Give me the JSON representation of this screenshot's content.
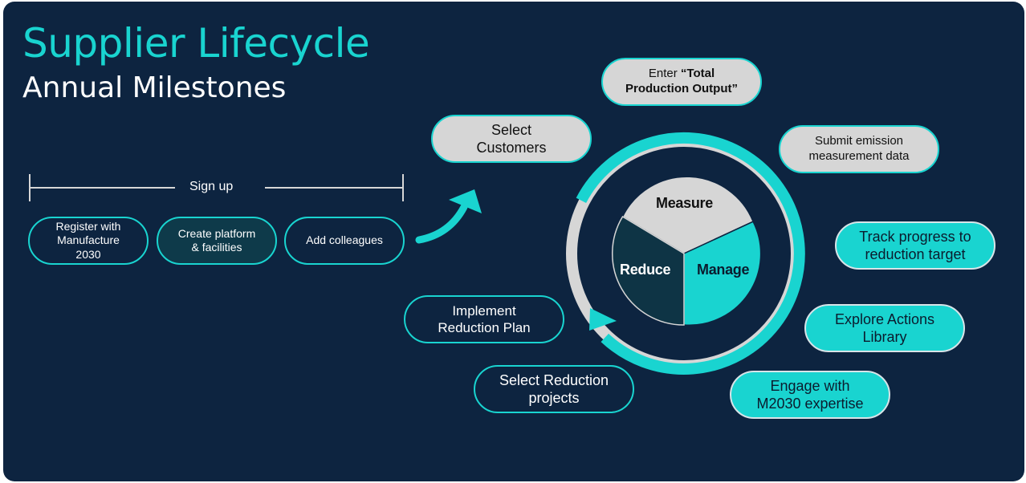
{
  "header": {
    "title": "Supplier Lifecycle",
    "subtitle": "Annual Milestones"
  },
  "signup": {
    "label": "Sign up",
    "steps": [
      {
        "label": "Register with\nManufacture\n2030"
      },
      {
        "label": "Create platform\n& facilities"
      },
      {
        "label": "Add colleagues"
      }
    ]
  },
  "cycle": {
    "segments": {
      "measure": "Measure",
      "manage": "Manage",
      "reduce": "Reduce"
    },
    "milestones": {
      "select_customers": "Select\nCustomers",
      "enter_prefix": "Enter ",
      "enter_bold": "“Total\nProduction Output”",
      "submit_emission": "Submit emission\nmeasurement data",
      "track_progress": "Track progress to\nreduction target",
      "explore_actions": "Explore Actions\nLibrary",
      "engage_expertise": "Engage with\nM2030 expertise",
      "select_reduction": "Select Reduction\nprojects",
      "implement_plan": "Implement\nReduction Plan"
    }
  },
  "colors": {
    "background": "#0d2440",
    "accent": "#19d4d0",
    "grey": "#d6d6d6",
    "reduce_fill": "#0e3445"
  }
}
